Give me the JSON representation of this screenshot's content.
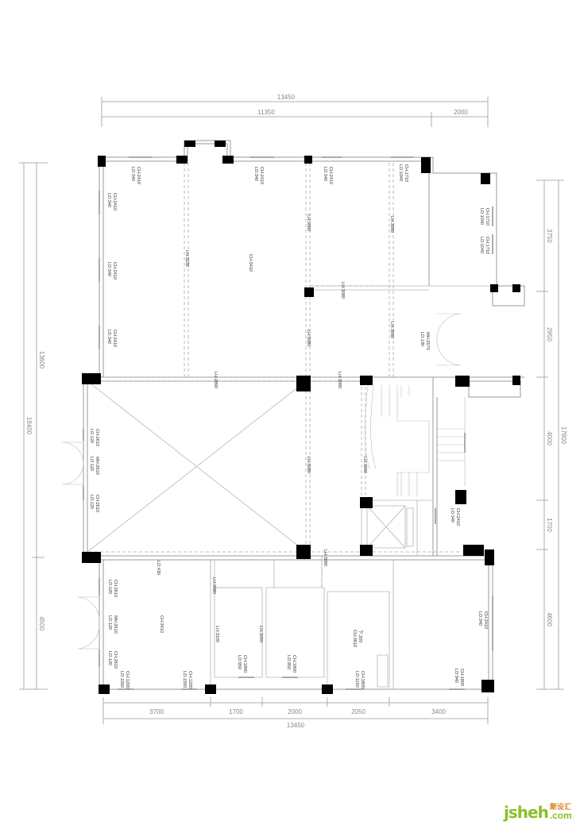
{
  "dimensions": {
    "top_total": "13450",
    "top_a": "11350",
    "top_b": "2000",
    "bottom": [
      "3700",
      "1700",
      "2000",
      "2050",
      "3400"
    ],
    "bottom_total": "13450",
    "left_total": "18400",
    "left_a": "13600",
    "left_b": "4500",
    "right": [
      "3750",
      "2950",
      "4000",
      "1700",
      "4600"
    ],
    "right_total": "17800"
  },
  "labels": {
    "ch2410": "CH:2410",
    "ld340": "LD:340",
    "ch1710": "CH:1710",
    "ld1040": "LD:1040",
    "lh3230": "LH:3230",
    "ch3410": "CH:3410",
    "lh3080": "LH:3080",
    "lh2890": "LH:2890",
    "mh2570": "MH:2570",
    "ld130": "LD:130",
    "ch2610": "CH:2610",
    "ld120": "LD:120",
    "mh2610": "MH:2610",
    "ld430": "LD:430",
    "ch1200": "CH:1200",
    "ld1550": "LD:1550",
    "lh3100": "LH:3100",
    "lh3000": "LH:3000",
    "ch1800": "CH:1800",
    "ld950": "LD:950",
    "down200": "下:200",
    "ch3610": "CH:3610",
    "ld1150": "LD:1150",
    "ld940": "LD:940"
  },
  "logo": {
    "main": "jsheh",
    "cn": "聚设汇",
    "com": ".com"
  },
  "colors": {
    "wall": "#9a9a9a",
    "column": "#000000",
    "logo_green": "#8cbf26",
    "logo_orange": "#e08a2c"
  }
}
